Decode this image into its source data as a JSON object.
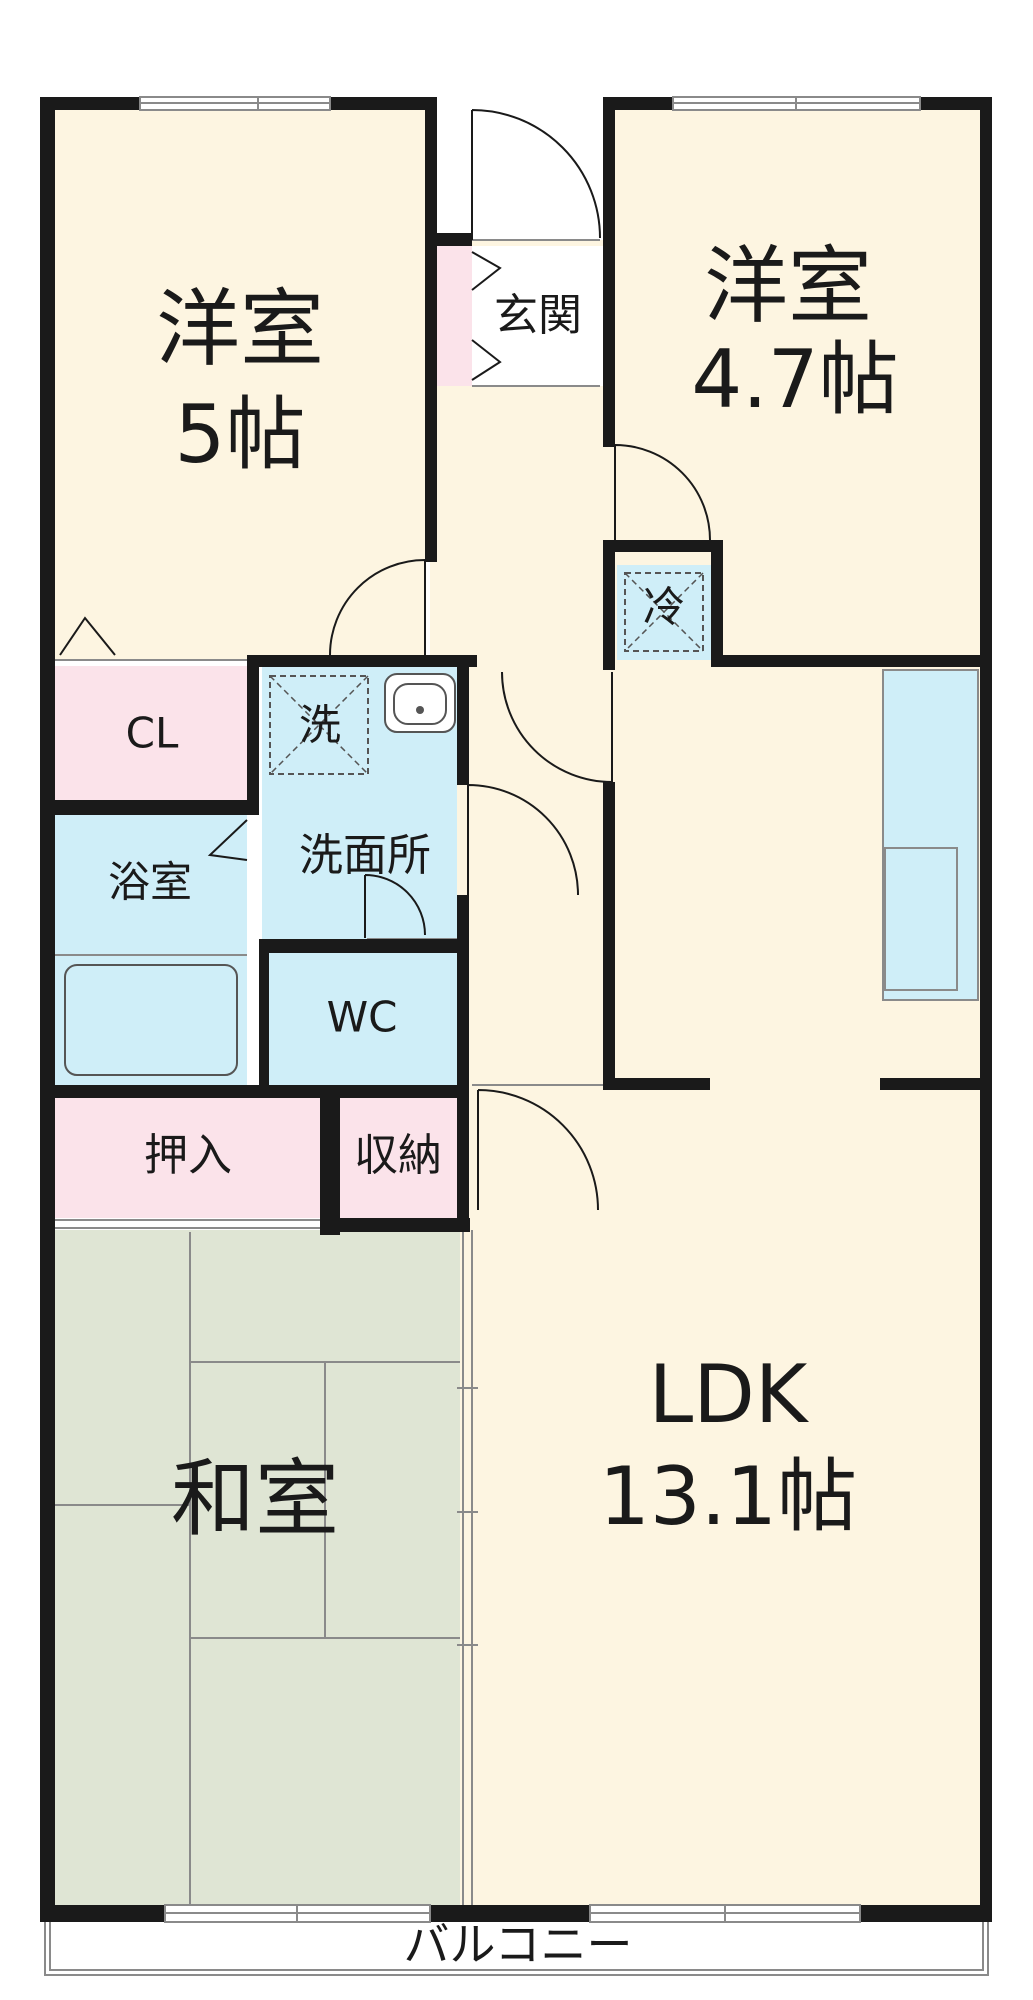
{
  "rooms": {
    "western_left": {
      "name": "洋室",
      "size": "5帖"
    },
    "western_right": {
      "name": "洋室",
      "size": "4.7帖"
    },
    "entrance": "玄関",
    "fridge": "冷",
    "closet": "CL",
    "washer": "洗",
    "washroom": "洗面所",
    "bath": "浴室",
    "toilet": "WC",
    "oshiire": "押入",
    "storage": "収納",
    "japanese": "和室",
    "ldk": {
      "name": "LDK",
      "size": "13.1帖"
    },
    "balcony": "バルコニー"
  },
  "colors": {
    "wall": "#1a1a1a",
    "room": "#fdf5e1",
    "storage": "#fbe3ea",
    "wet": "#cfeef8",
    "tatami": "#dfe5d4",
    "balcony": "#ffffff"
  }
}
